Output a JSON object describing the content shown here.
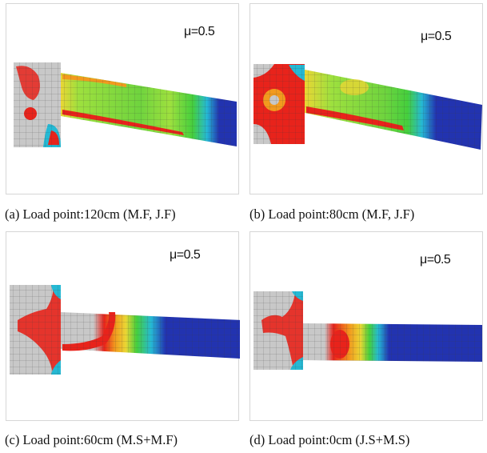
{
  "panels": [
    {
      "id": "a",
      "mu_label": "μ=0.5",
      "caption": "(a) Load point:120cm (M.F, J.F)"
    },
    {
      "id": "b",
      "mu_label": "μ=0.5",
      "caption": "(b) Load point:80cm (M.F, J.F)"
    },
    {
      "id": "c",
      "mu_label": "μ=0.5",
      "caption": "(c) Load point:60cm (M.S+M.F)"
    },
    {
      "id": "d",
      "mu_label": "μ=0.5",
      "caption": "(d) Load point:0cm (J.S+M.S)"
    }
  ],
  "colors": {
    "grey": "#c8c8c8",
    "mesh_line": "#3a3a3a",
    "blue": "#2233b0",
    "cyan": "#25b9d4",
    "green": "#45cf3d",
    "lime": "#9ee03e",
    "yellow": "#ead634",
    "orange": "#f29a1e",
    "red": "#e8231b"
  }
}
